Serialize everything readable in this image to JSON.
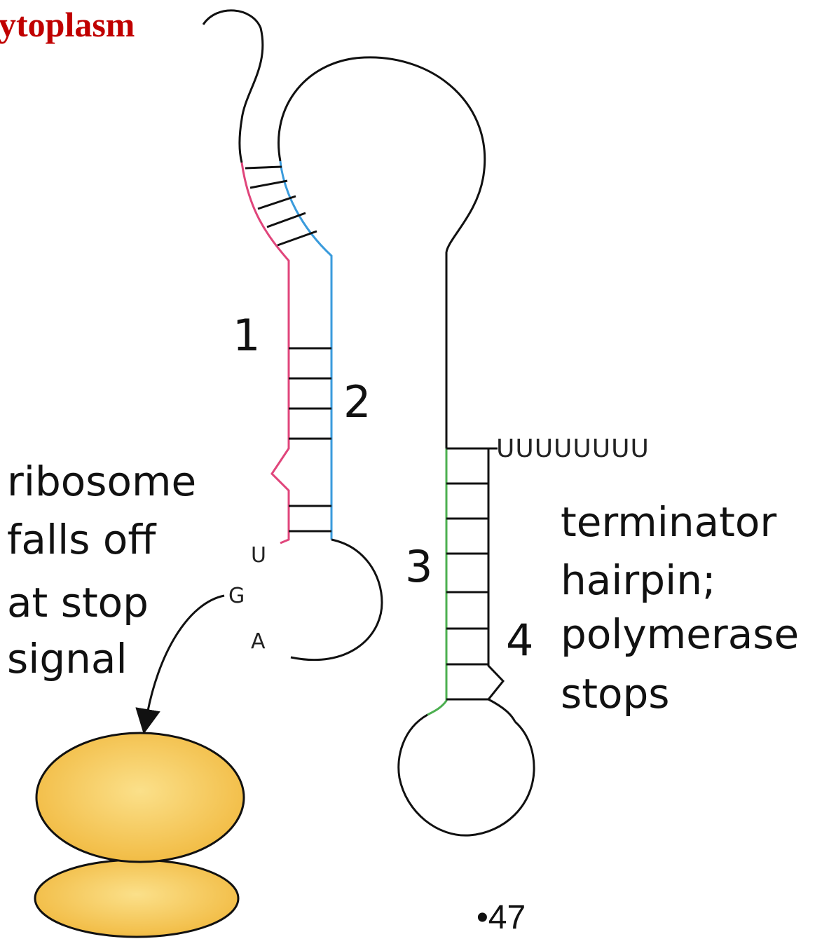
{
  "title": "ytoplasm",
  "stem_labels": {
    "one": "1",
    "two": "2",
    "three": "3",
    "four": "4"
  },
  "poly_u": "UUUUUUUU",
  "stop_codon": {
    "u": "U",
    "g": "G",
    "a": "A"
  },
  "ribosome_text": [
    "ribosome",
    "falls off",
    "at stop",
    "signal"
  ],
  "terminator_text": [
    "terminator",
    "hairpin;",
    "polymerase",
    "stops"
  ],
  "page_number": "•47",
  "colors": {
    "title": "#c00000",
    "strand_1": "#e0457b",
    "strand_2": "#3a9bdc",
    "strand_3": "#4caf50",
    "ribosome_fill": "#f7c451"
  }
}
